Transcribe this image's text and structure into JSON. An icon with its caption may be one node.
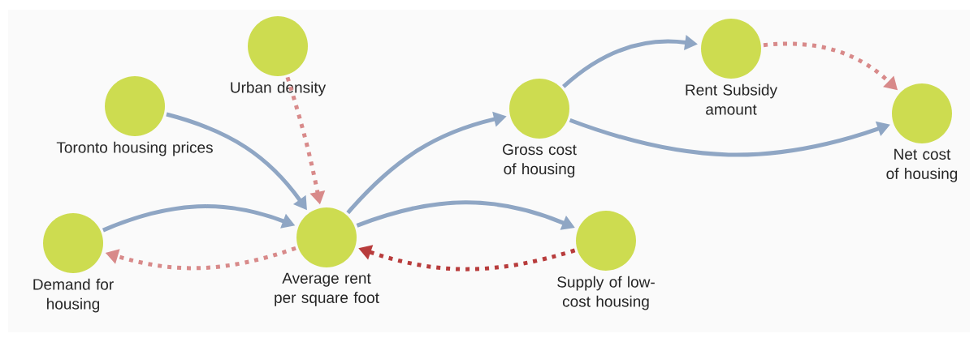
{
  "diagram": {
    "nodes": [
      {
        "text": [
          "Urban density"
        ]
      },
      {
        "text": [
          "Toronto housing prices"
        ]
      },
      {
        "text": [
          "Demand for housing"
        ]
      },
      {
        "text": [
          "Average rent per square foot"
        ]
      },
      {
        "text": [
          "Gross cost of housing"
        ]
      },
      {
        "text": [
          "Rent Subsidy amount"
        ]
      },
      {
        "text": [
          "Net cost of housing"
        ]
      },
      {
        "text": [
          "Supply of low-cost housing"
        ]
      }
    ],
    "edges": [
      {
        "from": 1,
        "to": 3,
        "arrow": "to"
      },
      {
        "from": 0,
        "to": 3,
        "arrow": "to",
        "style": "dashed",
        "color": "#d88a8a"
      },
      {
        "from": 2,
        "to": 3,
        "arrow": "to"
      },
      {
        "from": 3,
        "to": 2,
        "arrow": "to",
        "style": "dashed",
        "color": "#d88a8a"
      },
      {
        "from": 7,
        "to": 3,
        "arrow": "to",
        "style": "dashed",
        "color": "#b83c3c"
      },
      {
        "from": 3,
        "to": 7,
        "arrow": "to"
      },
      {
        "from": 3,
        "to": 4,
        "arrow": "to"
      },
      {
        "from": 4,
        "to": 5,
        "arrow": "to"
      },
      {
        "from": 4,
        "to": 6,
        "arrow": "to"
      },
      {
        "from": 5,
        "to": 6,
        "arrow": "to",
        "style": "dashed",
        "color": "#d88a8a"
      }
    ]
  }
}
